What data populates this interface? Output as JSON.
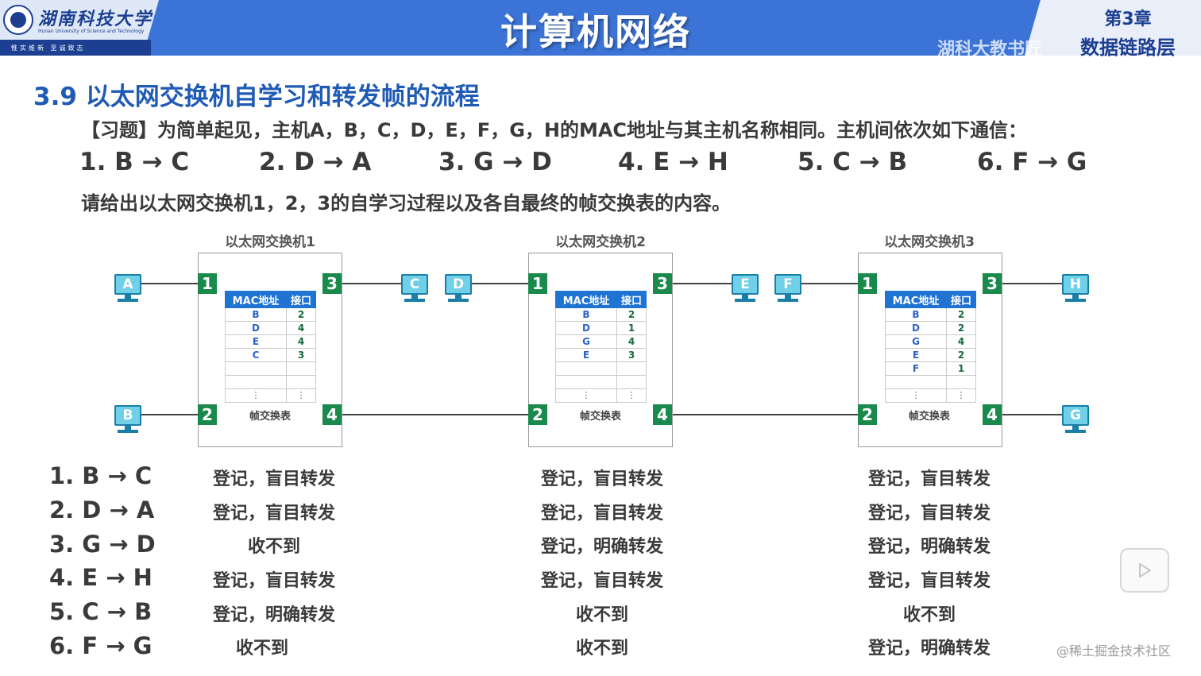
{
  "header": {
    "university_cn": "湖南科技大学",
    "university_en": "Hunan University of Science and Technology",
    "motto": "惟实维新 至诚致志",
    "course_title": "计算机网络",
    "chapter": "第3章",
    "chapter_sub": "数据链路层",
    "watermark": "湖科大教书匠",
    "colors": {
      "banner": "#3b73d6",
      "banner_dark": "#1d3f92"
    }
  },
  "section": {
    "title": "3.9 以太网交换机自学习和转发帧的流程",
    "problem": "【习题】为简单起见，主机A，B，C，D，E，F，G，H的MAC地址与其主机名称相同。主机间依次如下通信：",
    "sequence": [
      "1. B → C",
      "2. D → A",
      "3. G → D",
      "4. E → H",
      "5. C → B",
      "6. F → G"
    ],
    "question": "请给出以太网交换机1，2，3的自学习过程以及各自最终的帧交换表的内容。"
  },
  "switches": [
    {
      "label": "以太网交换机1",
      "ports": [
        "1",
        "2",
        "3",
        "4"
      ],
      "table_header": [
        "MAC地址",
        "接口"
      ],
      "rows": [
        [
          "B",
          "2"
        ],
        [
          "D",
          "4"
        ],
        [
          "E",
          "4"
        ],
        [
          "C",
          "3"
        ],
        [
          "",
          ""
        ],
        [
          "",
          ""
        ]
      ],
      "caption": "帧交换表",
      "dots": "⋮"
    },
    {
      "label": "以太网交换机2",
      "ports": [
        "1",
        "2",
        "3",
        "4"
      ],
      "table_header": [
        "MAC地址",
        "接口"
      ],
      "rows": [
        [
          "B",
          "2"
        ],
        [
          "D",
          "1"
        ],
        [
          "G",
          "4"
        ],
        [
          "E",
          "3"
        ],
        [
          "",
          ""
        ],
        [
          "",
          ""
        ]
      ],
      "caption": "帧交换表",
      "dots": "⋮"
    },
    {
      "label": "以太网交换机3",
      "ports": [
        "1",
        "2",
        "3",
        "4"
      ],
      "table_header": [
        "MAC地址",
        "接口"
      ],
      "rows": [
        [
          "B",
          "2"
        ],
        [
          "D",
          "2"
        ],
        [
          "G",
          "4"
        ],
        [
          "E",
          "2"
        ],
        [
          "F",
          "1"
        ],
        [
          "",
          ""
        ]
      ],
      "caption": "帧交换表",
      "dots": "⋮"
    }
  ],
  "hosts": [
    "A",
    "B",
    "C",
    "D",
    "E",
    "F",
    "G",
    "H"
  ],
  "results": {
    "labels": [
      "1. B → C",
      "2. D → A",
      "3. G → D",
      "4. E → H",
      "5. C → B",
      "6. F → G"
    ],
    "switch1": [
      "登记，盲目转发",
      "登记，盲目转发",
      "收不到",
      "登记，盲目转发",
      "登记，明确转发",
      "收不到"
    ],
    "switch2": [
      "登记，盲目转发",
      "登记，盲目转发",
      "登记，明确转发",
      "登记，盲目转发",
      "收不到",
      "收不到"
    ],
    "switch3": [
      "登记，盲目转发",
      "登记，盲目转发",
      "登记，明确转发",
      "登记，盲目转发",
      "收不到",
      "登记，明确转发"
    ]
  },
  "footer": {
    "watermark": "@稀土掘金技术社区"
  },
  "icons": {
    "play": "play-icon",
    "monitor": "monitor-icon"
  }
}
